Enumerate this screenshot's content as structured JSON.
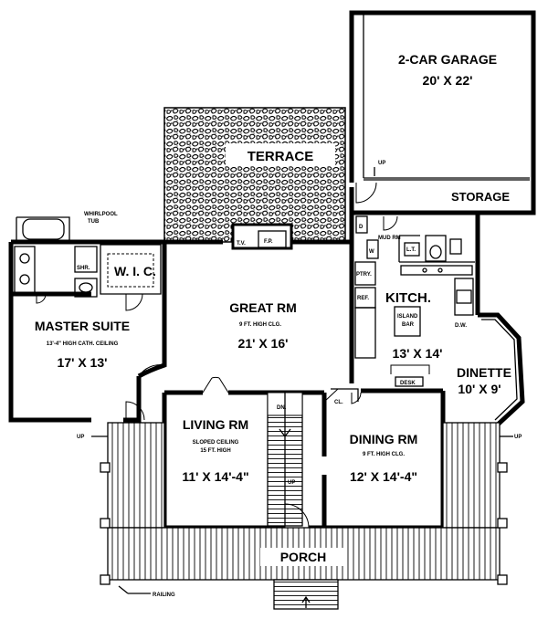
{
  "rooms": {
    "garage": {
      "name": "2-CAR GARAGE",
      "size": "20' X 22'"
    },
    "storage": {
      "name": "STORAGE"
    },
    "terrace": {
      "name": "TERRACE"
    },
    "whirlpool": {
      "name": "WHIRLPOOL",
      "name2": "TUB"
    },
    "wic": {
      "name": "W. I. C."
    },
    "shr": {
      "name": "SHR."
    },
    "master": {
      "name": "MASTER SUITE",
      "note": "13'-4\" HIGH CATH. CEILING",
      "size": "17' X 13'"
    },
    "fireplace": {
      "tv": "T.V.",
      "fp": "F.P."
    },
    "great": {
      "name": "GREAT RM",
      "note": "9 FT. HIGH CLG.",
      "size": "21' X 16'"
    },
    "mud": {
      "name": "MUD RM",
      "d": "D",
      "w": "W"
    },
    "kitchen": {
      "name": "KITCH.",
      "size": "13' X 14'",
      "island1": "ISLAND",
      "island2": "BAR"
    },
    "kitchen_labels": {
      "ptry": "PTRY.",
      "ref": "REF.",
      "lt": "L.T.",
      "dw": "D.W.",
      "desk": "DESK"
    },
    "dinette": {
      "name": "DINETTE",
      "size": "10' X 9'"
    },
    "living": {
      "name": "LIVING RM",
      "note1": "SLOPED CEILING",
      "note2": "15 FT. HIGH",
      "size": "11' X 14'-4\""
    },
    "dining": {
      "name": "DINING RM",
      "note": "9 FT. HIGH CLG.",
      "size": "12' X 14'-4\""
    },
    "closet": {
      "name": "CL."
    },
    "porch": {
      "name": "PORCH"
    },
    "railing": {
      "name": "RAILING"
    },
    "stairs": {
      "dn": "DN.",
      "up": "UP"
    },
    "up_labels": {
      "garage": "UP",
      "left": "UP",
      "right": "UP"
    }
  }
}
